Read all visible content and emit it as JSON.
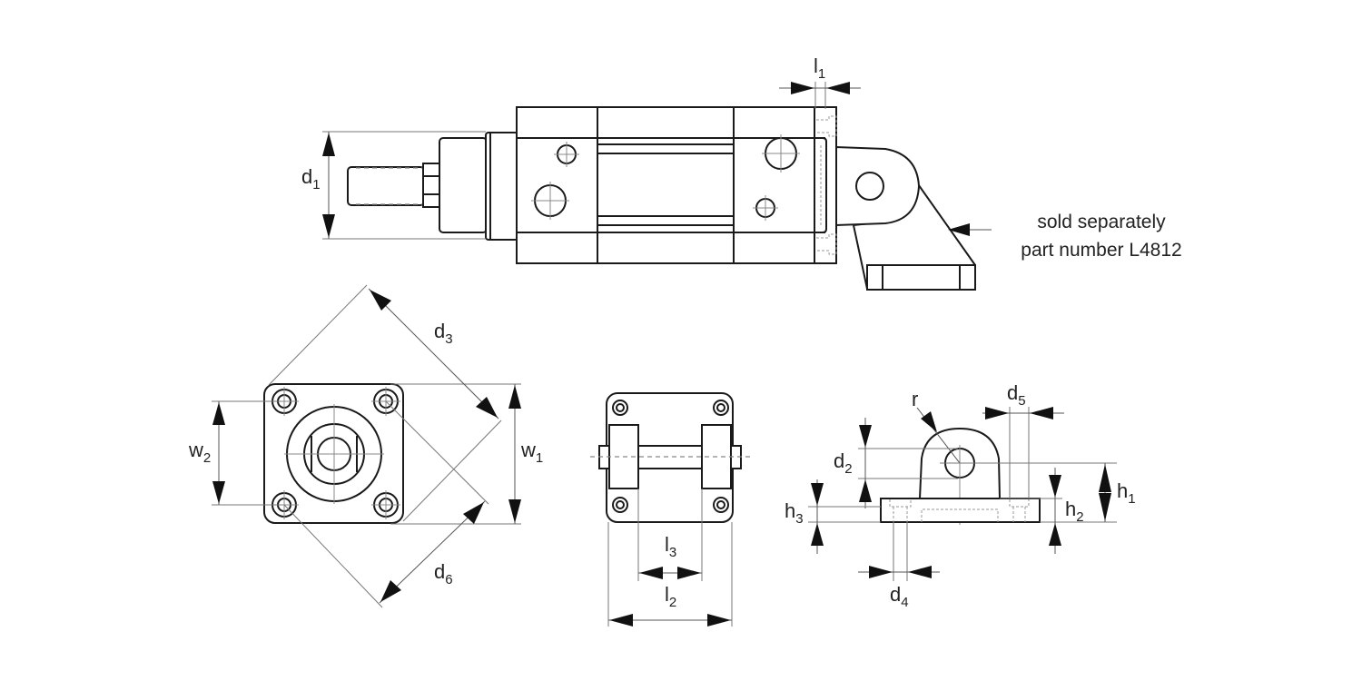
{
  "drawing": {
    "title": "Cylinder with clevis mounting bracket - dimension drawing",
    "note": {
      "line1": "sold separately",
      "line2": "part number L4812"
    },
    "dimensions": {
      "d1": {
        "base": "d",
        "sub": "1"
      },
      "l1": {
        "base": "l",
        "sub": "1"
      },
      "d3": {
        "base": "d",
        "sub": "3"
      },
      "d6": {
        "base": "d",
        "sub": "6"
      },
      "w1": {
        "base": "w",
        "sub": "1"
      },
      "w2": {
        "base": "w",
        "sub": "2"
      },
      "l2": {
        "base": "l",
        "sub": "2"
      },
      "l3": {
        "base": "l",
        "sub": "3"
      },
      "r": {
        "base": "r",
        "sub": ""
      },
      "d2": {
        "base": "d",
        "sub": "2"
      },
      "d4": {
        "base": "d",
        "sub": "4"
      },
      "d5": {
        "base": "d",
        "sub": "5"
      },
      "h1": {
        "base": "h",
        "sub": "1"
      },
      "h2": {
        "base": "h",
        "sub": "2"
      },
      "h3": {
        "base": "h",
        "sub": "3"
      }
    },
    "views": [
      "side-view",
      "front-view",
      "top-view",
      "bracket-view"
    ]
  }
}
